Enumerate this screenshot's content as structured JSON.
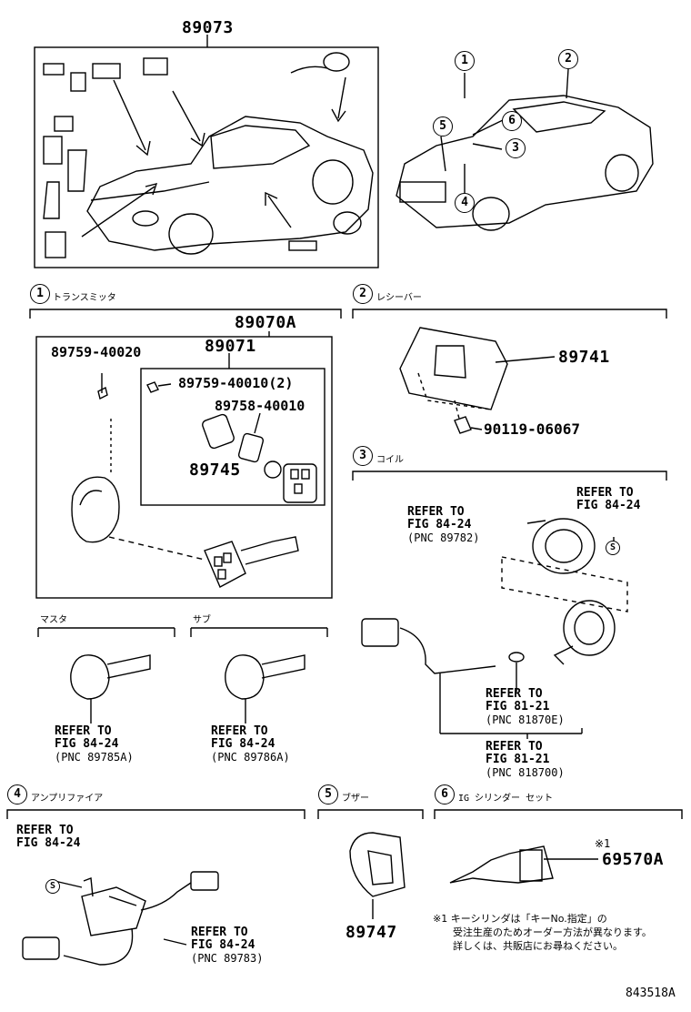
{
  "overview": {
    "assembly_label": "89073",
    "callouts": [
      "1",
      "2",
      "3",
      "4",
      "5",
      "6"
    ]
  },
  "sections": {
    "s1": {
      "num": "1",
      "title": "トランスミッタ"
    },
    "s2": {
      "num": "2",
      "title": "レシーバー"
    },
    "s3": {
      "num": "3",
      "title": "コイル"
    },
    "s4": {
      "num": "4",
      "title": "アンプリファイア"
    },
    "s5": {
      "num": "5",
      "title": "ブザー"
    },
    "s6": {
      "num": "6",
      "title": "IG シリンダー セット"
    }
  },
  "transmitter": {
    "assembly": "89070A",
    "sub_assembly": "89071",
    "parts": {
      "screw_outer": "89759-40020",
      "screw_inner": "89759-40010(2)",
      "gasket": "89758-40010",
      "battery": "89745"
    }
  },
  "keys": {
    "master": {
      "title": "マスタ",
      "ref": "REFER TO",
      "fig": "FIG 84-24",
      "pnc": "(PNC 89785A)"
    },
    "sub": {
      "title": "サブ",
      "ref": "REFER TO",
      "fig": "FIG 84-24",
      "pnc": "(PNC 89786A)"
    }
  },
  "receiver": {
    "unit": "89741",
    "bolt": "90119-06067"
  },
  "coil": {
    "ref_a": {
      "ref": "REFER TO",
      "fig": "FIG 84-24",
      "pnc": "(PNC 89782)"
    },
    "ref_b": {
      "ref": "REFER TO",
      "fig": "FIG 84-24",
      "symbol": "S"
    },
    "ref_c": {
      "ref": "REFER TO",
      "fig": "FIG 81-21",
      "pnc": "(PNC 81870E)"
    },
    "ref_d": {
      "ref": "REFER TO",
      "fig": "FIG 81-21",
      "pnc": "(PNC 818700)"
    }
  },
  "amplifier": {
    "ref_a": {
      "ref": "REFER TO",
      "fig": "FIG 84-24",
      "symbol": "S"
    },
    "ref_b": {
      "ref": "REFER TO",
      "fig": "FIG 84-24",
      "pnc": "(PNC 89783)"
    }
  },
  "buzzer": {
    "part": "89747"
  },
  "ig_cylinder": {
    "mark": "※1",
    "part": "69570A",
    "note_lines": [
      "※1 キーシリンダは「キーNo.指定」の",
      "受注生産のためオーダー方法が異なります。",
      "詳しくは、共販店にお尋ねください。"
    ]
  },
  "figure_id": "843518A"
}
